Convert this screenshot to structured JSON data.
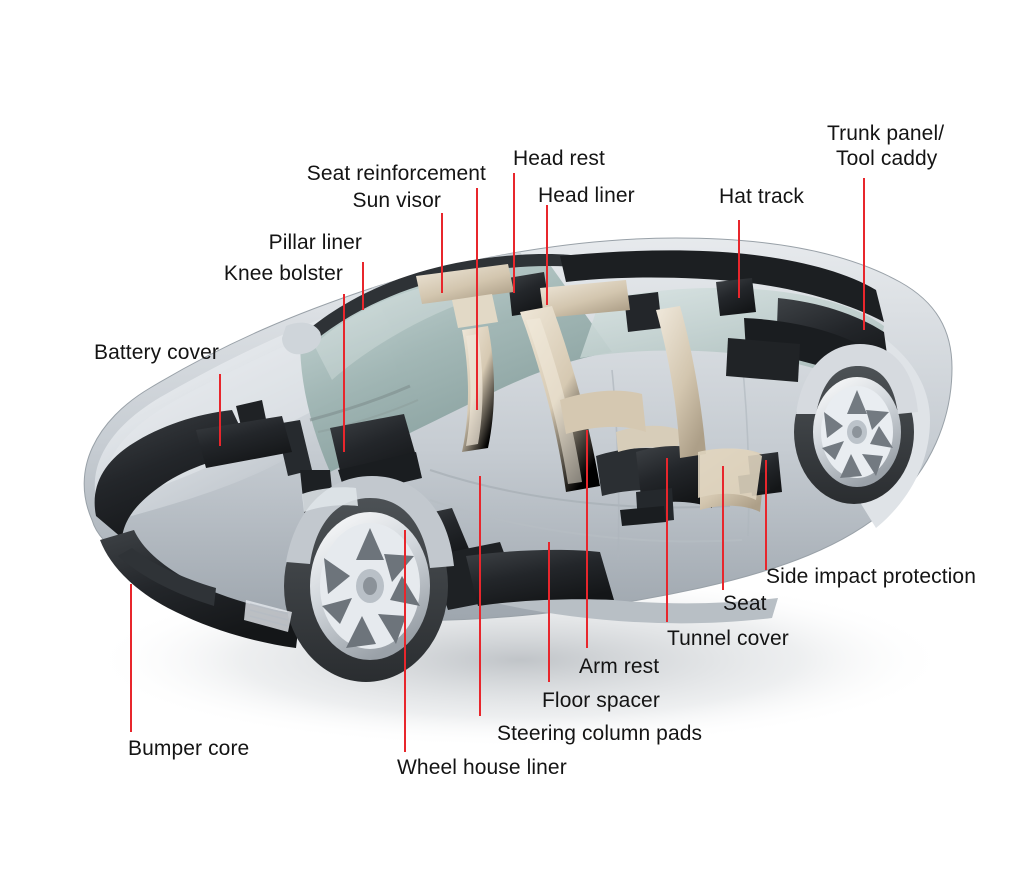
{
  "diagram": {
    "title": "Automotive interior and exterior component callout diagram",
    "subject": "cutaway passenger car",
    "background_color": "#ffffff",
    "leader_line_color": "#e8262c",
    "label_text_color": "#141414",
    "body_color": "#c9ced3",
    "glass_color": "#b9ccc9",
    "trim_black": "#262626",
    "trim_beige": "#d9cdb8"
  },
  "labels": [
    {
      "id": "battery-cover",
      "text": "Battery cover"
    },
    {
      "id": "knee-bolster",
      "text": "Knee bolster"
    },
    {
      "id": "pillar-liner",
      "text": "Pillar liner"
    },
    {
      "id": "sun-visor",
      "text": "Sun visor"
    },
    {
      "id": "seat-reinforcement",
      "text": "Seat reinforcement"
    },
    {
      "id": "head-rest",
      "text": "Head rest"
    },
    {
      "id": "head-liner",
      "text": "Head liner"
    },
    {
      "id": "hat-track",
      "text": "Hat track"
    },
    {
      "id": "trunk-panel-line1",
      "text": "Trunk panel/"
    },
    {
      "id": "trunk-panel-line2",
      "text": "Tool caddy"
    },
    {
      "id": "side-impact-protection",
      "text": "Side impact protection"
    },
    {
      "id": "seat",
      "text": "Seat"
    },
    {
      "id": "tunnel-cover",
      "text": "Tunnel cover"
    },
    {
      "id": "arm-rest",
      "text": "Arm rest"
    },
    {
      "id": "floor-spacer",
      "text": "Floor spacer"
    },
    {
      "id": "steering-column-pads",
      "text": "Steering column pads"
    },
    {
      "id": "wheel-house-liner",
      "text": "Wheel house liner"
    },
    {
      "id": "bumper-core",
      "text": "Bumper core"
    }
  ]
}
